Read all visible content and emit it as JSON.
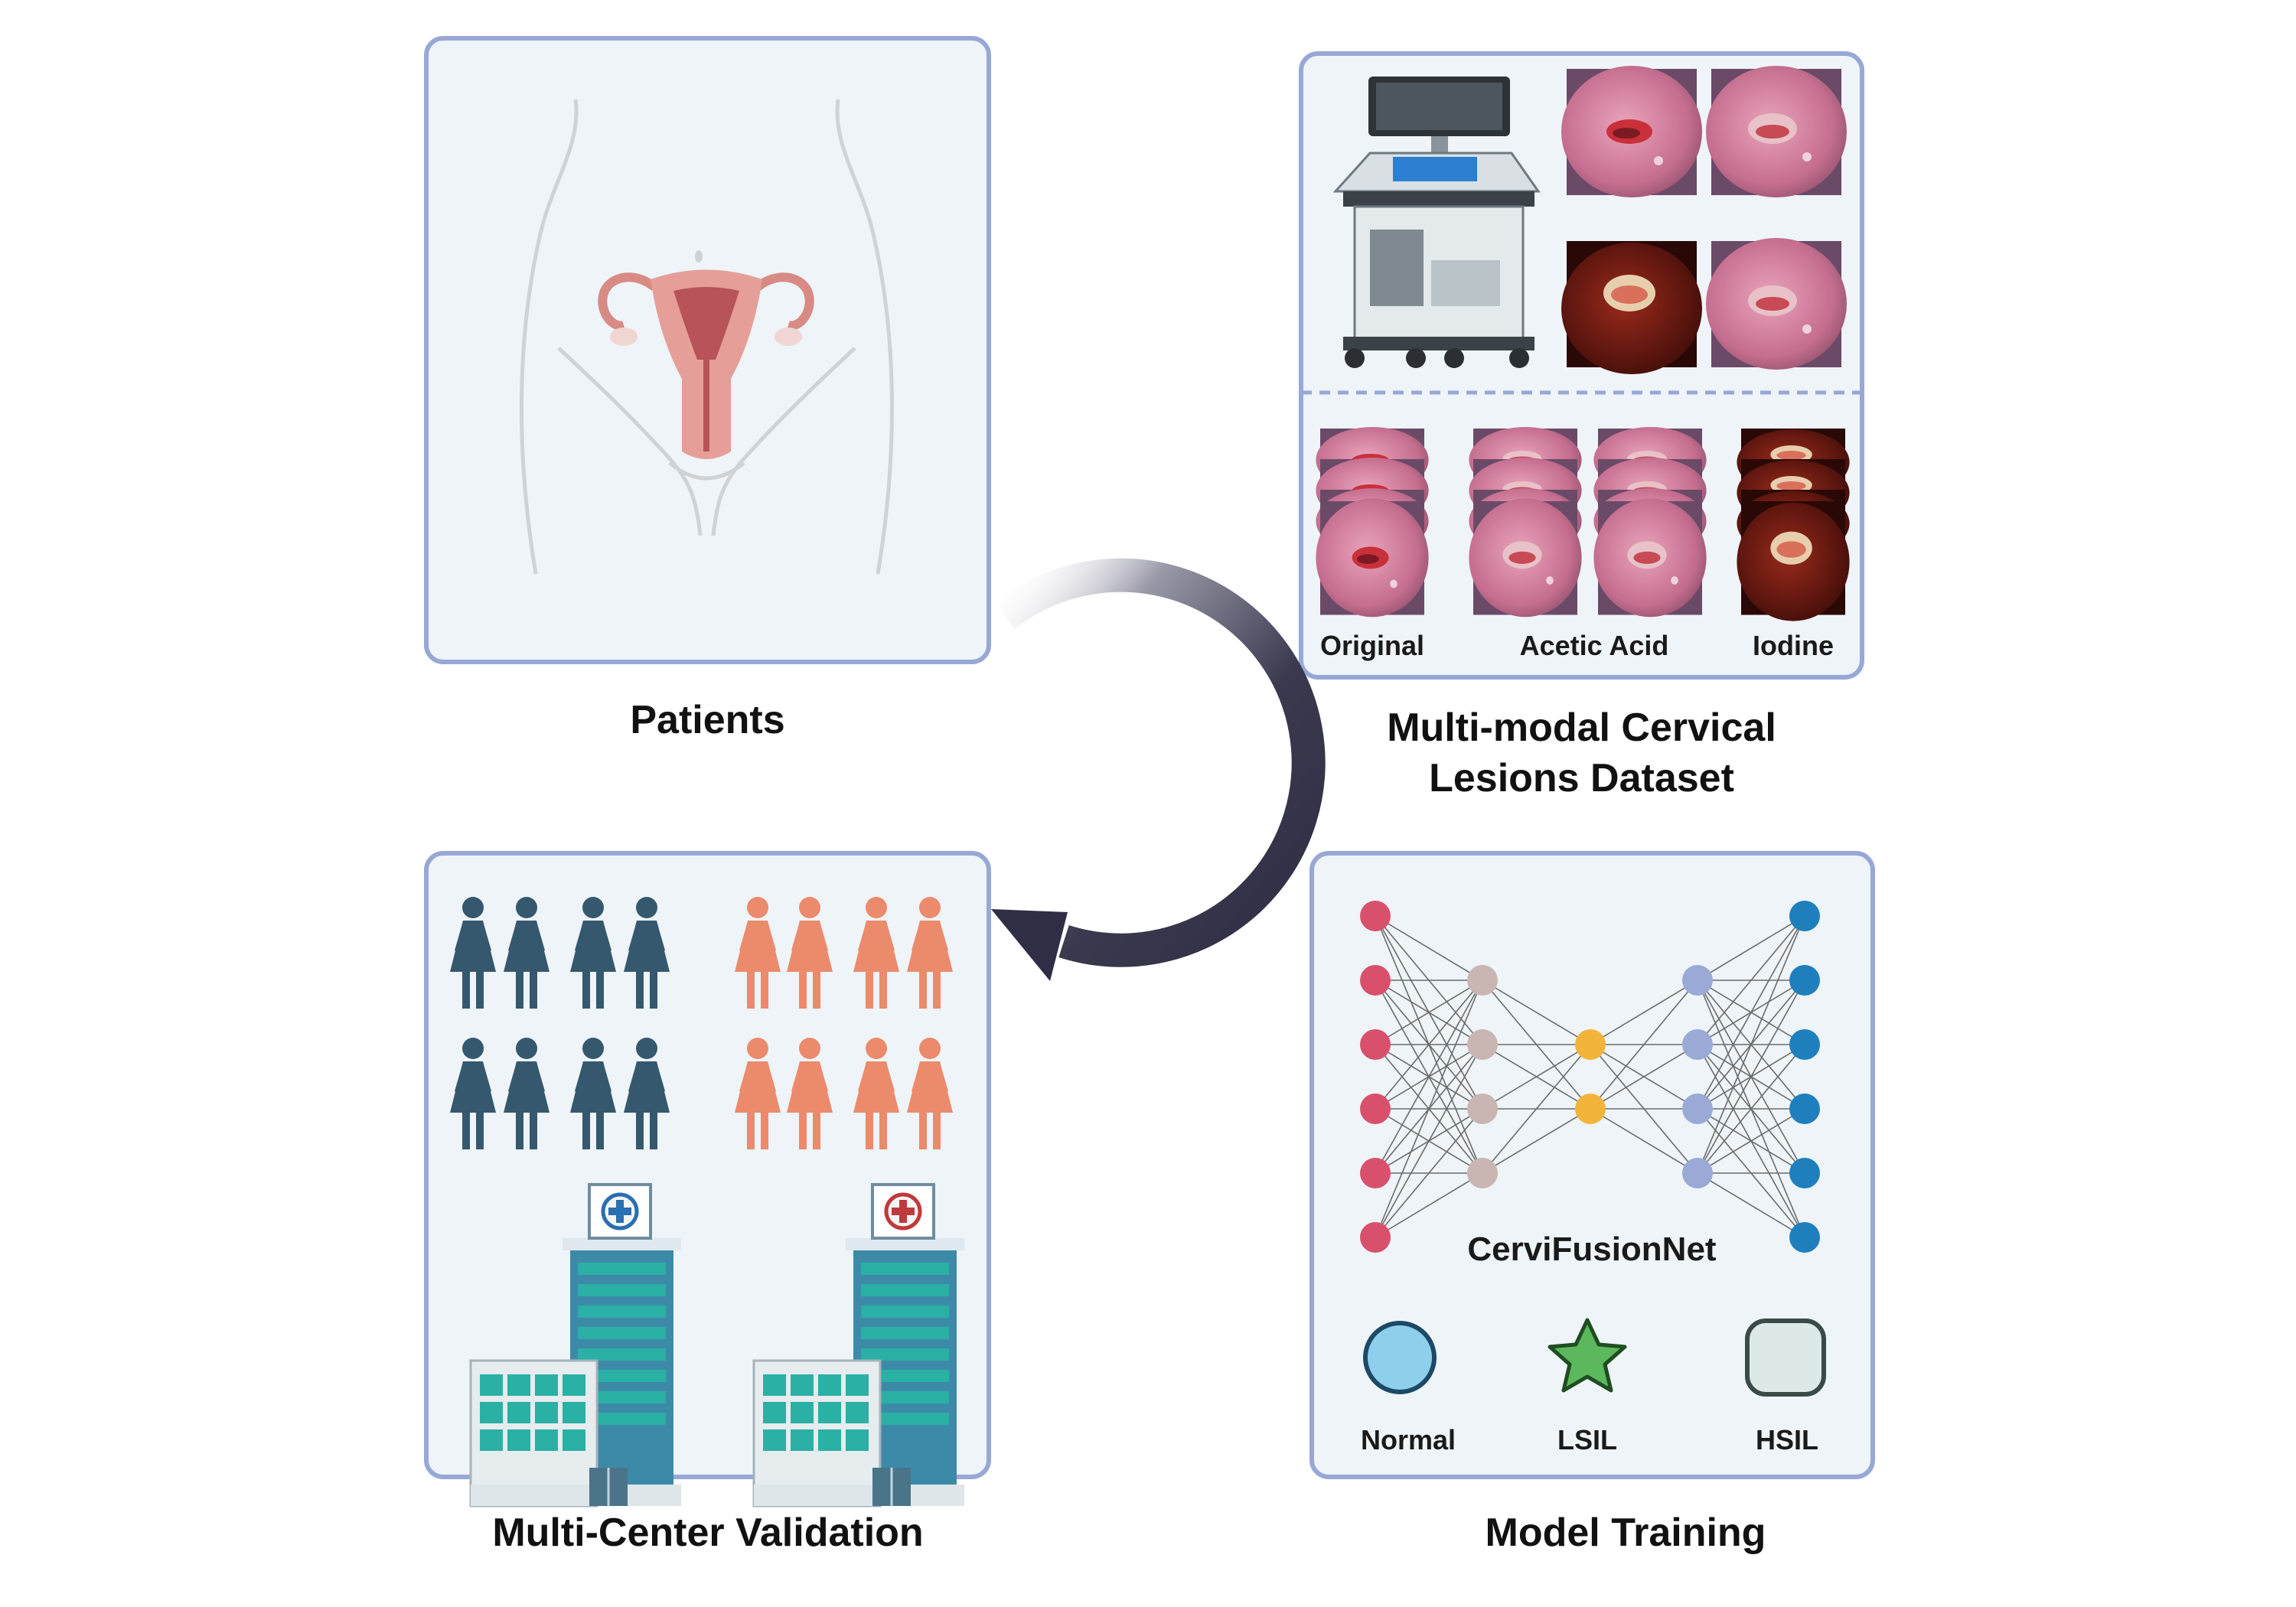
{
  "panels": {
    "patients": {
      "caption": "Patients"
    },
    "dataset": {
      "caption_line1": "Multi-modal Cervical",
      "caption_line2": "Lesions Dataset",
      "modalities": [
        "Original",
        "Acetic Acid",
        "Iodine"
      ]
    },
    "validation": {
      "caption": "Multi-Center Validation"
    },
    "training": {
      "caption": "Model Training",
      "network_name": "CerviFusionNet",
      "classes": [
        {
          "label": "Normal",
          "icon": "circle-icon",
          "color": "#8ed0ec"
        },
        {
          "label": "LSIL",
          "icon": "star-icon",
          "color": "#5cb85c"
        },
        {
          "label": "HSIL",
          "icon": "rounded-square-icon",
          "color": "#dce9e6"
        }
      ]
    }
  },
  "colors": {
    "panel_border": "#97a8d6",
    "panel_fill": "#eef4f8",
    "cycle_arrow": "#2f2e44",
    "group_a": "#35586e",
    "group_b": "#ec8a6c",
    "input_nodes": "#d9506d",
    "encoder_nodes": "#c9b6b2",
    "bottleneck_nodes": "#f2b53a",
    "decoder_nodes": "#9aa9d6",
    "output_nodes": "#1f7fbd"
  }
}
